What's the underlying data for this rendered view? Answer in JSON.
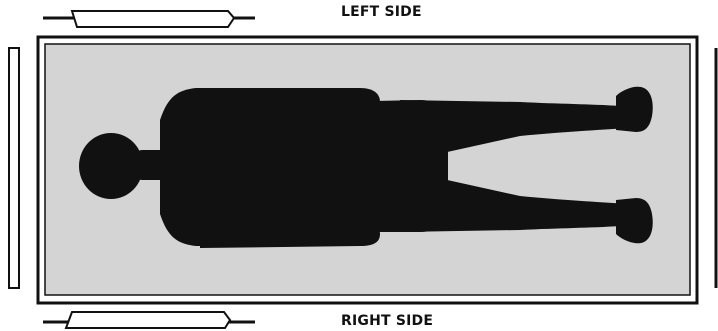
{
  "labels": {
    "top": "LEFT SIDE",
    "bottom": "RIGHT SIDE"
  },
  "colors": {
    "outline": "#111111",
    "table_surface": "#d4d4d4",
    "silhouette": "#111111",
    "background": "#ffffff"
  },
  "icons": {
    "figure": "supine-person-silhouette",
    "top_handle": "arm-board-handle",
    "bottom_handle": "arm-board-handle",
    "left_rail": "head-end-rail",
    "right_rail": "foot-end-rail"
  }
}
